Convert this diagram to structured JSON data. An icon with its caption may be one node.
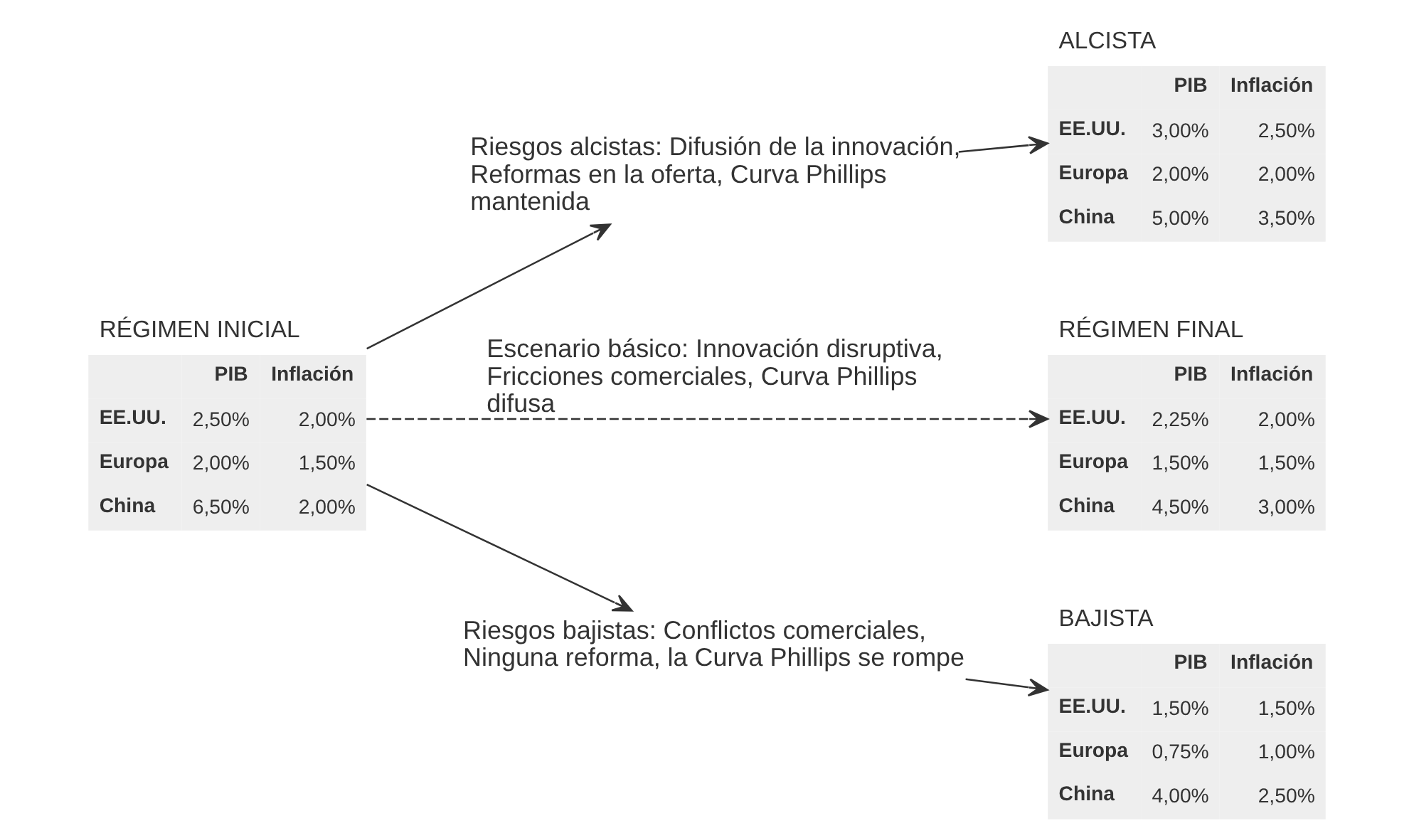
{
  "diagram": {
    "nodes": [
      {
        "text": [
          "RÉGIMEN INICIAL",
          "PIB",
          "Inflación",
          "EE.UU.",
          "2,50%",
          "2,00%",
          "Europa",
          "2,00%",
          "1,50%",
          "China",
          "6,50%",
          "2,00%"
        ]
      },
      {
        "text": [
          "Riesgos alcistas: Difusión de la innovación, Reformas en la oferta, Curva Phillips mantenida"
        ]
      },
      {
        "text": [
          "ALCISTA",
          "PIB",
          "Inflación",
          "EE.UU.",
          "3,00%",
          "2,50%",
          "Europa",
          "2,00%",
          "2,00%",
          "China",
          "5,00%",
          "3,50%"
        ]
      },
      {
        "text": [
          "RÉGIMEN FINAL",
          "PIB",
          "Inflación",
          "EE.UU.",
          "2,25%",
          "2,00%",
          "Europa",
          "1,50%",
          "1,50%",
          "China",
          "4,50%",
          "3,00%"
        ]
      },
      {
        "text": [
          "Riesgos bajistas: Conflictos comerciales, Ninguna reforma, la Curva Phillips se rompe"
        ]
      },
      {
        "text": [
          "BAJISTA",
          "PIB",
          "Inflación",
          "EE.UU.",
          "1,50%",
          "1,50%",
          "Europa",
          "0,75%",
          "1,00%",
          "China",
          "4,00%",
          "2,50%"
        ]
      }
    ],
    "edges": [
      {
        "from": 0,
        "to": 1,
        "arrow": "to"
      },
      {
        "from": 1,
        "to": 2,
        "arrow": "to"
      },
      {
        "from": 0,
        "to": 3,
        "arrow": "to",
        "style": "dashed",
        "label": "Escenario básico: Innovación disruptiva, Fricciones comerciales, Curva Phillips difusa"
      },
      {
        "from": 0,
        "to": 4,
        "arrow": "to"
      },
      {
        "from": 4,
        "to": 5,
        "arrow": "to"
      }
    ]
  }
}
